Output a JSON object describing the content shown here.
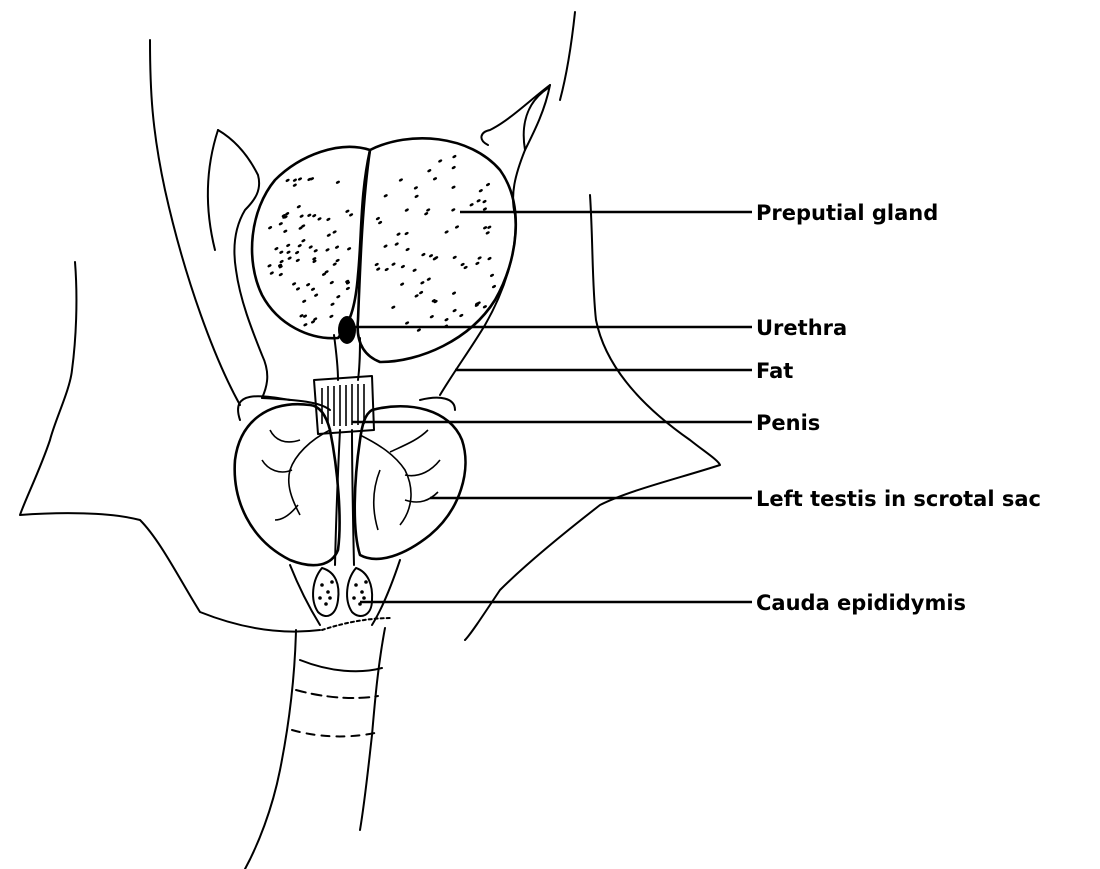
{
  "labels": {
    "preputial_gland": "Preputial gland",
    "urethra": "Urethra",
    "fat": "Fat",
    "penis": "Penis",
    "left_testis": "Left testis in scrotal sac",
    "cauda_epididymis": "Cauda epididymis"
  },
  "colors": {
    "ink": "#000000",
    "background": "#ffffff"
  }
}
